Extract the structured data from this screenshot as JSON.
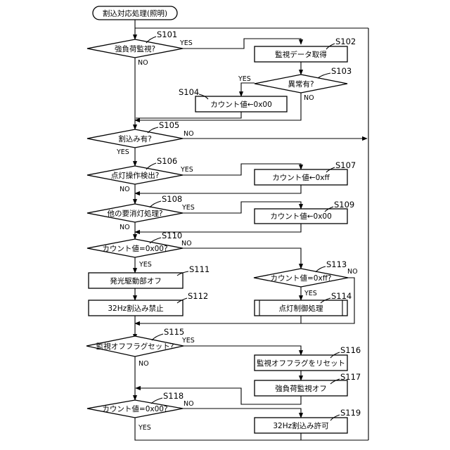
{
  "title": "割込対応処理(照明)",
  "steps": {
    "s101": {
      "id": "S101",
      "text": "強負荷監視?"
    },
    "s102": {
      "id": "S102",
      "text": "監視データ取得"
    },
    "s103": {
      "id": "S103",
      "text": "異常有?"
    },
    "s104": {
      "id": "S104",
      "text": "カウント値←0x00"
    },
    "s105": {
      "id": "S105",
      "text": "割込み有?"
    },
    "s106": {
      "id": "S106",
      "text": "点灯操作検出?"
    },
    "s107": {
      "id": "S107",
      "text": "カウント値←0xff"
    },
    "s108": {
      "id": "S108",
      "text": "他の要消灯処理?"
    },
    "s109": {
      "id": "S109",
      "text": "カウント値←0x00"
    },
    "s110": {
      "id": "S110",
      "text": "カウント値=0x00?"
    },
    "s111": {
      "id": "S111",
      "text": "発光駆動部オフ"
    },
    "s112": {
      "id": "S112",
      "text": "32Hz割込み禁止"
    },
    "s113": {
      "id": "S113",
      "text": "カウント値=0xff?"
    },
    "s114": {
      "id": "S114",
      "text": "点灯制御処理"
    },
    "s115": {
      "id": "S115",
      "text": "監視オフフラグセット?"
    },
    "s116": {
      "id": "S116",
      "text": "監視オフフラグをリセット"
    },
    "s117": {
      "id": "S117",
      "text": "強負荷監視オフ"
    },
    "s118": {
      "id": "S118",
      "text": "カウント値=0x00?"
    },
    "s119": {
      "id": "S119",
      "text": "32Hz割込み許可"
    }
  },
  "yes": "YES",
  "no": "NO"
}
